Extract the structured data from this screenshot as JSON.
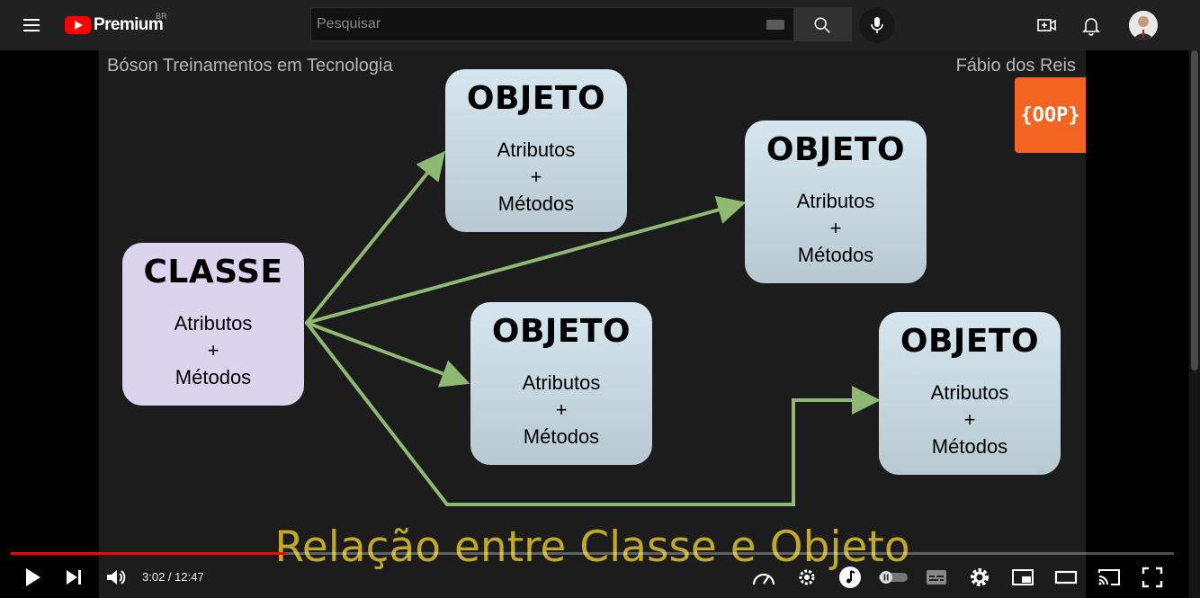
{
  "header": {
    "logo_text": "Premium",
    "country": "BR",
    "search_placeholder": "Pesquisar"
  },
  "video": {
    "channel_text": "Bóson Treinamentos em Tecnologia",
    "author_text": "Fábio dos Reis",
    "badge_text": "{OOP}",
    "class_box": {
      "title": "CLASSE",
      "line1": "Atributos",
      "line2": "+",
      "line3": "Métodos"
    },
    "object_boxes": [
      {
        "title": "OBJETO",
        "line1": "Atributos",
        "line2": "+",
        "line3": "Métodos"
      },
      {
        "title": "OBJETO",
        "line1": "Atributos",
        "line2": "+",
        "line3": "Métodos"
      },
      {
        "title": "OBJETO",
        "line1": "Atributos",
        "line2": "+",
        "line3": "Métodos"
      },
      {
        "title": "OBJETO",
        "line1": "Atributos",
        "line2": "+",
        "line3": "Métodos"
      }
    ],
    "caption": "Relação entre Classe e Objeto",
    "colors": {
      "arrow": "#8fb872",
      "caption": "#bfa82a",
      "badge": "#f26522"
    }
  },
  "player": {
    "time_display": "3:02 / 12:47",
    "progress_fraction": 0.237
  }
}
